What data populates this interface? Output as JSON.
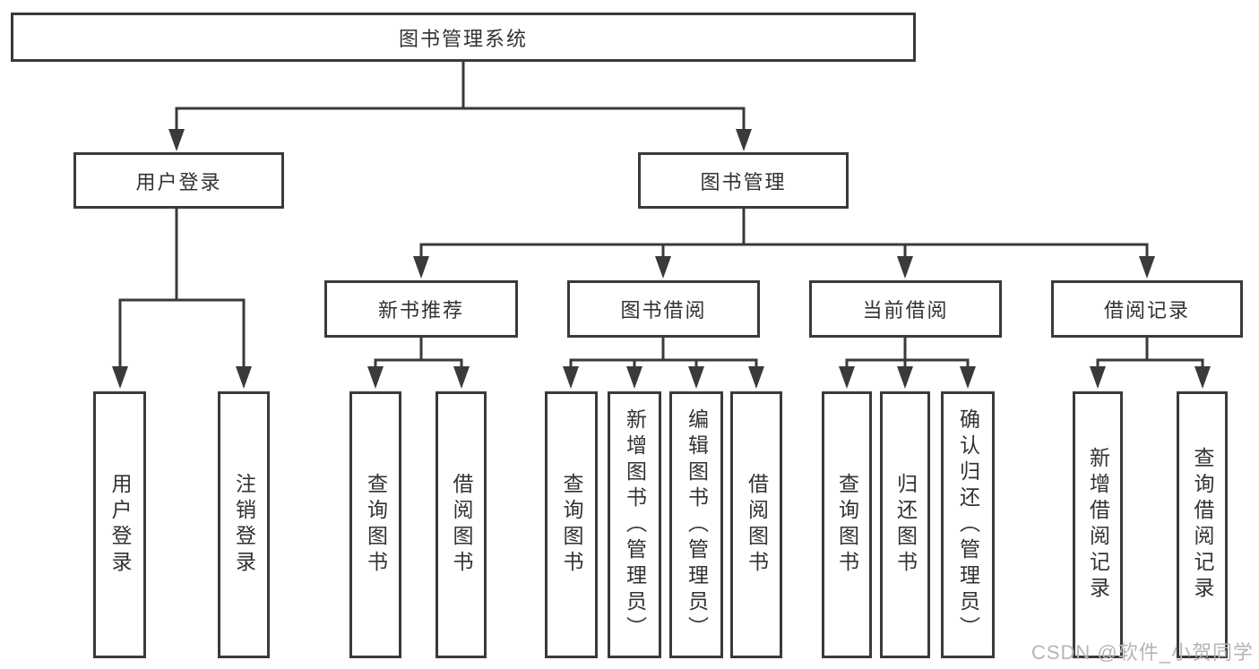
{
  "tree": {
    "label": "图书管理系统",
    "children": [
      {
        "label": "用户登录",
        "children": [
          {
            "label": "用户登录"
          },
          {
            "label": "注销登录"
          }
        ]
      },
      {
        "label": "图书管理",
        "children": [
          {
            "label": "新书推荐",
            "children": [
              {
                "label": "查询图书"
              },
              {
                "label": "借阅图书"
              }
            ]
          },
          {
            "label": "图书借阅",
            "children": [
              {
                "label": "查询图书"
              },
              {
                "label": "新增图书（管理员）"
              },
              {
                "label": "编辑图书（管理员）"
              },
              {
                "label": "借阅图书"
              }
            ]
          },
          {
            "label": "当前借阅",
            "children": [
              {
                "label": "查询图书"
              },
              {
                "label": "归还图书"
              },
              {
                "label": "确认归还（管理员）"
              }
            ]
          },
          {
            "label": "借阅记录",
            "children": [
              {
                "label": "新增借阅记录"
              },
              {
                "label": "查询借阅记录"
              }
            ]
          }
        ]
      }
    ]
  },
  "watermark": {
    "text": "CSDN @软件_小贺同学"
  },
  "colors": {
    "line": "#3a3a3a",
    "text": "#323232",
    "watermark": "#b5b5b5",
    "background": "#ffffff"
  }
}
